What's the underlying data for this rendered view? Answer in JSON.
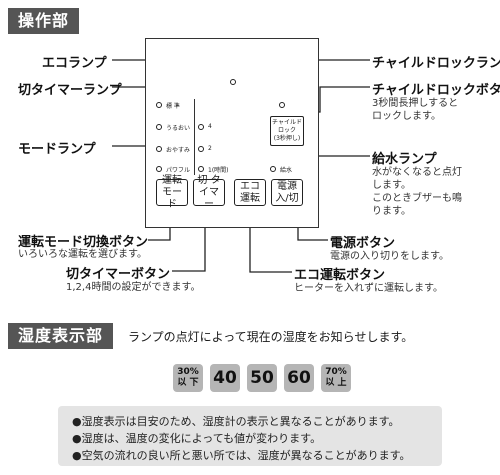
{
  "section1": {
    "title": "操作部"
  },
  "labels": {
    "eco_lamp": "エコランプ",
    "off_timer_lamp": "切タイマーランプ",
    "mode_lamp": "モードランプ",
    "mode_button": "運転モード切換ボタン",
    "mode_button_desc": "いろいろな運転を選びます。",
    "off_timer_button": "切タイマーボタン",
    "off_timer_button_desc": "1,2,4時間の設定ができます。",
    "child_lock_lamp": "チャイルドロックランプ",
    "child_lock_button": "チャイルドロックボタン",
    "child_lock_desc1": "3秒間長押しすると",
    "child_lock_desc2": "ロックします。",
    "water_lamp": "給水ランプ",
    "water_desc1": "水がなくなると点灯",
    "water_desc2": "します。",
    "water_desc3": "このときブザーも鳴",
    "water_desc4": "ります。",
    "power_button": "電源ボタン",
    "power_desc": "電源の入り切りをします。",
    "eco_button": "エコ運転ボタン",
    "eco_desc": "ヒーターを入れずに運転します。"
  },
  "panel": {
    "modes": [
      "標 準",
      "うるおい",
      "おやすみ",
      "パワフル"
    ],
    "timers": [
      "4",
      "2",
      "1(時間)"
    ],
    "water_small": "給水",
    "child_button": [
      "チャイルド",
      "ロック",
      "(3秒押し)"
    ],
    "buttons": {
      "mode": "運転 モード",
      "timer": "切 タイマー",
      "eco": "エコ 運転",
      "power": "電源 入/切"
    }
  },
  "section2": {
    "title": "湿度表示部",
    "desc": "ランプの点灯によって現在の湿度をお知らせします。",
    "badges": [
      {
        "top": "30%",
        "bottom": "以 下"
      },
      {
        "value": "40"
      },
      {
        "value": "50"
      },
      {
        "value": "60"
      },
      {
        "top": "70%",
        "bottom": "以 上"
      }
    ]
  },
  "notes": [
    "●湿度表示は目安のため、湿度計の表示と異なることがあります。",
    "●湿度は、温度の変化によっても値が変わります。",
    "●空気の流れの良い所と悪い所では、湿度が異なることがあります。"
  ]
}
